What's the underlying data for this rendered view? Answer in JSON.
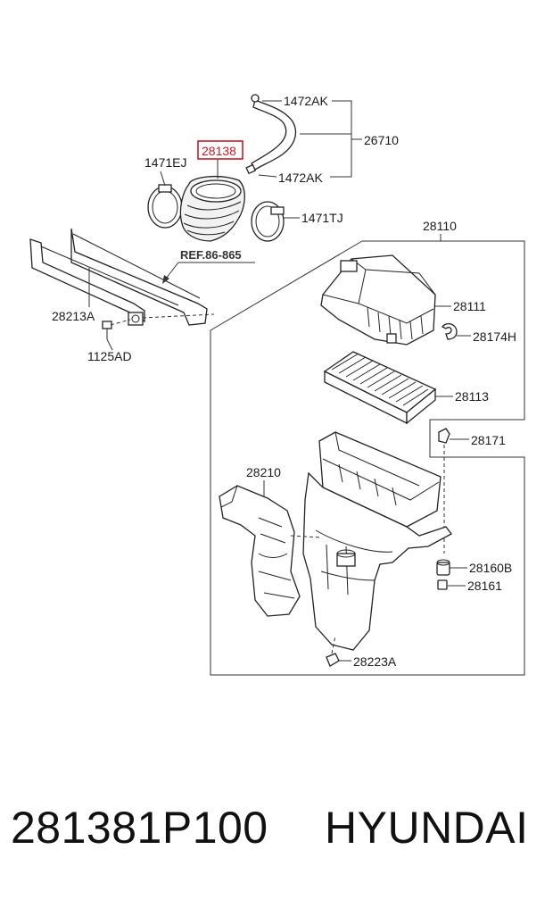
{
  "diagram": {
    "callouts": {
      "hose_top": "1472AK",
      "hose_assembly": "26710",
      "hose_bottom": "1472AK",
      "clamp_left": "1471EJ",
      "intake_hose": "28138",
      "clamp_right": "1471TJ",
      "air_cleaner_assy": "28110",
      "reference": "REF.86-865",
      "duct_bracket": "28213A",
      "bolt": "1125AD",
      "cover": "28111",
      "clip": "28174H",
      "filter_element": "28113",
      "mount_bolt": "28171",
      "inlet_duct": "28210",
      "insulator": "28160B",
      "collar": "28161",
      "resonator_clip": "28223A"
    },
    "highlighted": "28138"
  },
  "footer": {
    "part_number": "281381P100",
    "brand": "HYUNDAI"
  }
}
